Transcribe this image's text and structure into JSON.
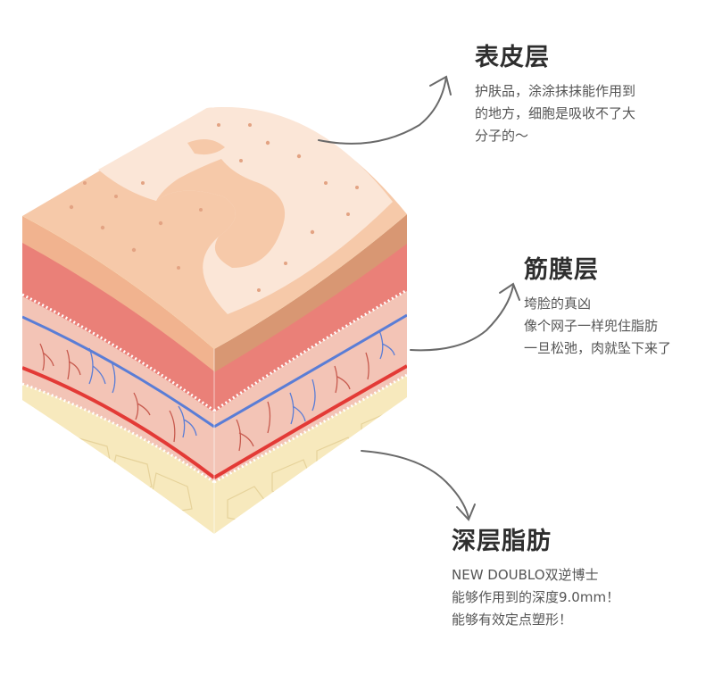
{
  "colors": {
    "top_light": "#fbe6d7",
    "top_base": "#f6c9a9",
    "epidermis": "#f1b38f",
    "dermis_red": "#ea8078",
    "fascia_pink": "#f3c4b6",
    "vein_blue": "#5a7dd6",
    "artery_red": "#e33a36",
    "fat_yellow": "#f7e9bd",
    "arrow_gray": "#6a6a6a"
  },
  "labels": {
    "epidermis": {
      "title": "表皮层",
      "lines": [
        "护肤品，涂涂抹抹能作用到",
        "的地方，细胞是吸收不了大",
        "分子的～"
      ]
    },
    "fascia": {
      "title": "筋膜层",
      "lines": [
        "垮脸的真凶",
        "像个网子一样兜住脂肪",
        "一旦松弛，肉就坠下来了"
      ]
    },
    "fat": {
      "title": "深层脂肪",
      "lines": [
        "NEW DOUBLO双逆博士",
        "能够作用到的深度9.0mm！",
        "能够有效定点塑形！"
      ]
    }
  }
}
